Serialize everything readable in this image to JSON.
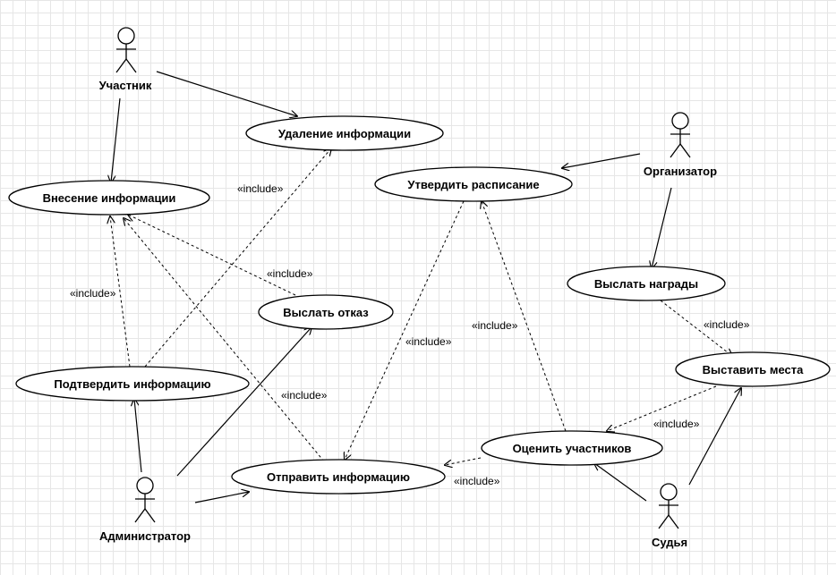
{
  "actors": {
    "participant": "Участник",
    "admin": "Администратор",
    "organizer": "Организатор",
    "judge": "Судья"
  },
  "use_cases": {
    "delete_info": "Удаление информации",
    "enter_info": "Внесение информации",
    "approve_schedule": "Утвердить расписание",
    "send_rejection": "Выслать отказ",
    "send_awards": "Выслать награды",
    "set_places": "Выставить места",
    "confirm_info": "Подтвердить информацию",
    "rate_participants": "Оценить участников",
    "send_info": "Отправить информацию"
  },
  "relations": {
    "include": "«include»"
  }
}
